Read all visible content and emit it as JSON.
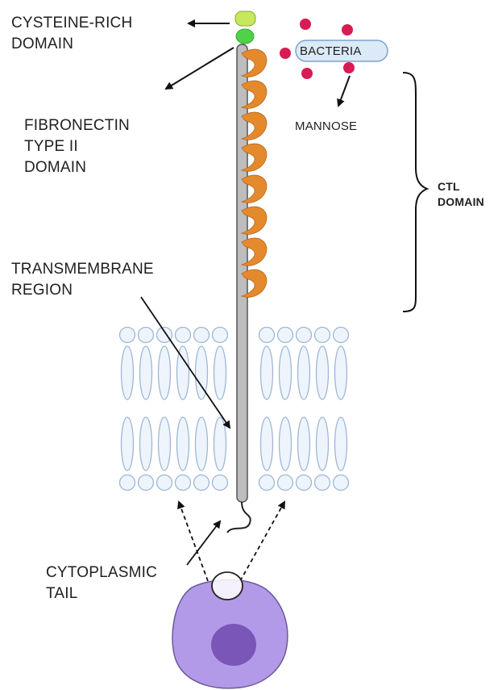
{
  "labels": {
    "cysteine_rich": [
      "CYSTEINE-RICH",
      "DOMAIN"
    ],
    "fibronectin": [
      "FIBRONECTIN",
      "TYPE II",
      "DOMAIN"
    ],
    "transmembrane": [
      "TRANSMEMBRANE",
      "REGION"
    ],
    "cytoplasmic": [
      "CYTOPLASMIC",
      "TAIL"
    ],
    "bacteria": "BACTERIA",
    "mannose": "MANNOSE",
    "ctl": [
      "CTL",
      "DOMAIN"
    ]
  },
  "colors": {
    "cysteine_domain": "#c6e85a",
    "cysteine_domain_2": "#4fd14a",
    "ctld_lobes": "#e48a2c",
    "stalk": "#bdbdbd",
    "membrane_outline": "#9db7d6",
    "membrane_fill": "#eef4fb",
    "bacteria_fill": "#dce9f7",
    "mannose_dots": "#d81b55",
    "cell_body": "#b39ae8",
    "cell_nucleus": "#7a56b8"
  },
  "ctld_count": 8
}
